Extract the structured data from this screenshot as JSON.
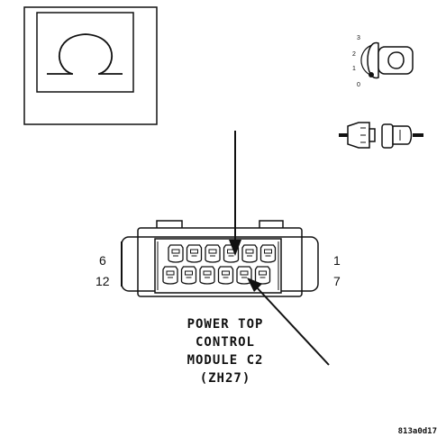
{
  "connector": {
    "caption_lines": [
      "POWER TOP",
      "CONTROL",
      "MODULE C2",
      "(ZH27)"
    ],
    "pin_labels": {
      "top_left": "6",
      "bottom_left": "12",
      "top_right": "1",
      "bottom_right": "7"
    }
  },
  "ignition_switch": {
    "positions": [
      "3",
      "2",
      "1",
      "0"
    ]
  },
  "diagram_code": "813a0d17",
  "icons": [
    "ohm-symbol-icon",
    "ignition-key-icon",
    "unplug-connector-icon"
  ]
}
